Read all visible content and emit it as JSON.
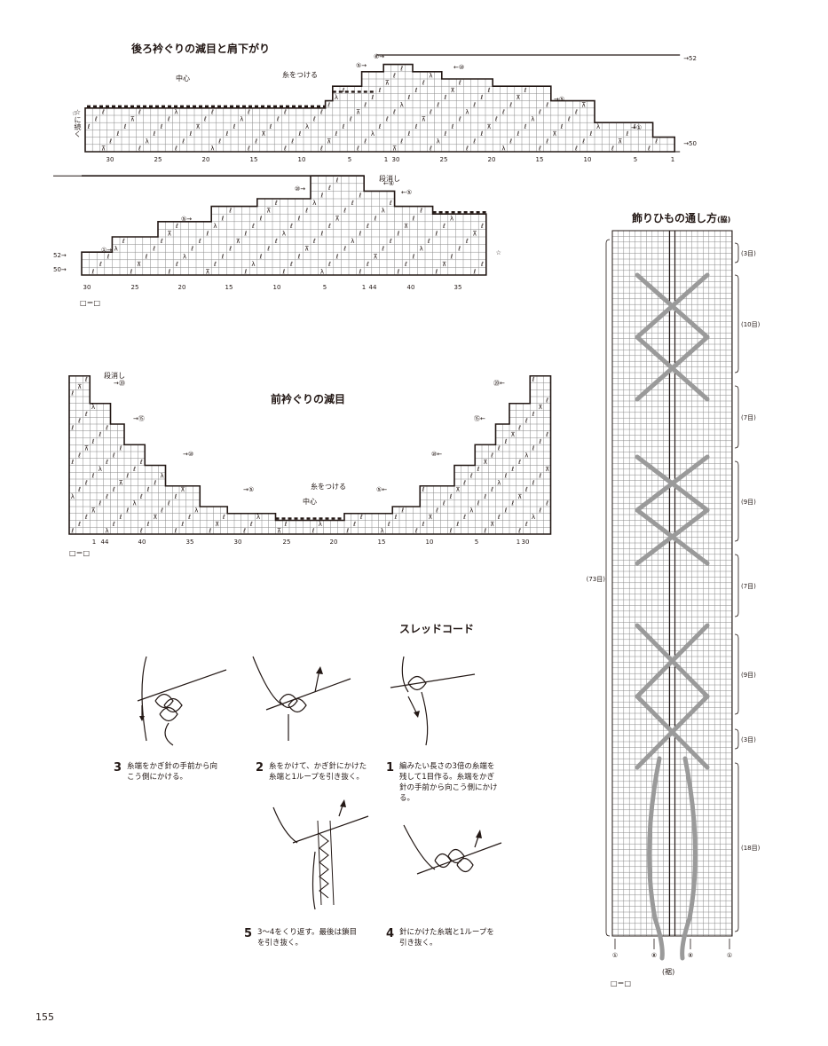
{
  "back_neck": {
    "title": "後ろ衿ぐりの減目と肩下がり",
    "center_label": "中心",
    "attach_yarn": "糸をつける",
    "continue_label": "☆に続く",
    "row_numbers": [
      "⑥",
      "⑤",
      "⑩",
      "⑤",
      "①",
      "52",
      "50"
    ],
    "stitch_numbers_top": [
      "30",
      "25",
      "20",
      "15",
      "10",
      "5",
      "1",
      "30",
      "25",
      "20",
      "15",
      "10",
      "5",
      "1"
    ],
    "star": "☆"
  },
  "back_neck_lower": {
    "bind_off_label": "段消し",
    "row_numbers": [
      "⑥",
      "⑤",
      "⑩",
      "⑤",
      "①",
      "52",
      "50"
    ],
    "stitch_numbers": [
      "30",
      "25",
      "20",
      "15",
      "10",
      "5",
      "1",
      "44",
      "40",
      "35"
    ],
    "star": "☆",
    "legend": "□＝□"
  },
  "front_neck": {
    "title": "前衿ぐりの減目",
    "center_label": "中心",
    "attach_yarn": "糸をつける",
    "bind_off_label": "段消し",
    "row_numbers_left": [
      "⑳",
      "⑮",
      "⑩",
      "⑤"
    ],
    "row_numbers_right": [
      "⑳",
      "⑮",
      "⑩",
      "⑤"
    ],
    "stitch_numbers": [
      "1",
      "44",
      "40",
      "35",
      "30",
      "25",
      "20",
      "15",
      "10",
      "5",
      "1",
      "30"
    ],
    "legend": "□＝□"
  },
  "cord_threading": {
    "title": "飾りひもの通し方",
    "title_note": "(脇)",
    "sections": [
      "(3目)",
      "(10目)",
      "(7目)",
      "(9目)",
      "(7目)",
      "(9目)",
      "(3目)",
      "(18目)"
    ],
    "total_label": "(73目)",
    "bottom_markers": [
      "①",
      "⑧",
      "⑧",
      "①"
    ],
    "hem_label": "(裾)",
    "legend": "□＝□"
  },
  "sled_cord": {
    "title": "スレッドコード",
    "steps": [
      {
        "num": "1",
        "text": "編みたい長さの3倍の糸端を残して1目作る。糸端をかぎ針の手前から向こう側にかける。"
      },
      {
        "num": "2",
        "text": "糸をかけて、かぎ針にかけた糸端と1ループを引き抜く。"
      },
      {
        "num": "3",
        "text": "糸端をかぎ針の手前から向こう側にかける。"
      },
      {
        "num": "4",
        "text": "針にかけた糸端と1ループを引き抜く。"
      },
      {
        "num": "5",
        "text": "3〜4をくり返す。最後は鎖目を引き抜く。"
      }
    ]
  },
  "page_number": "155"
}
